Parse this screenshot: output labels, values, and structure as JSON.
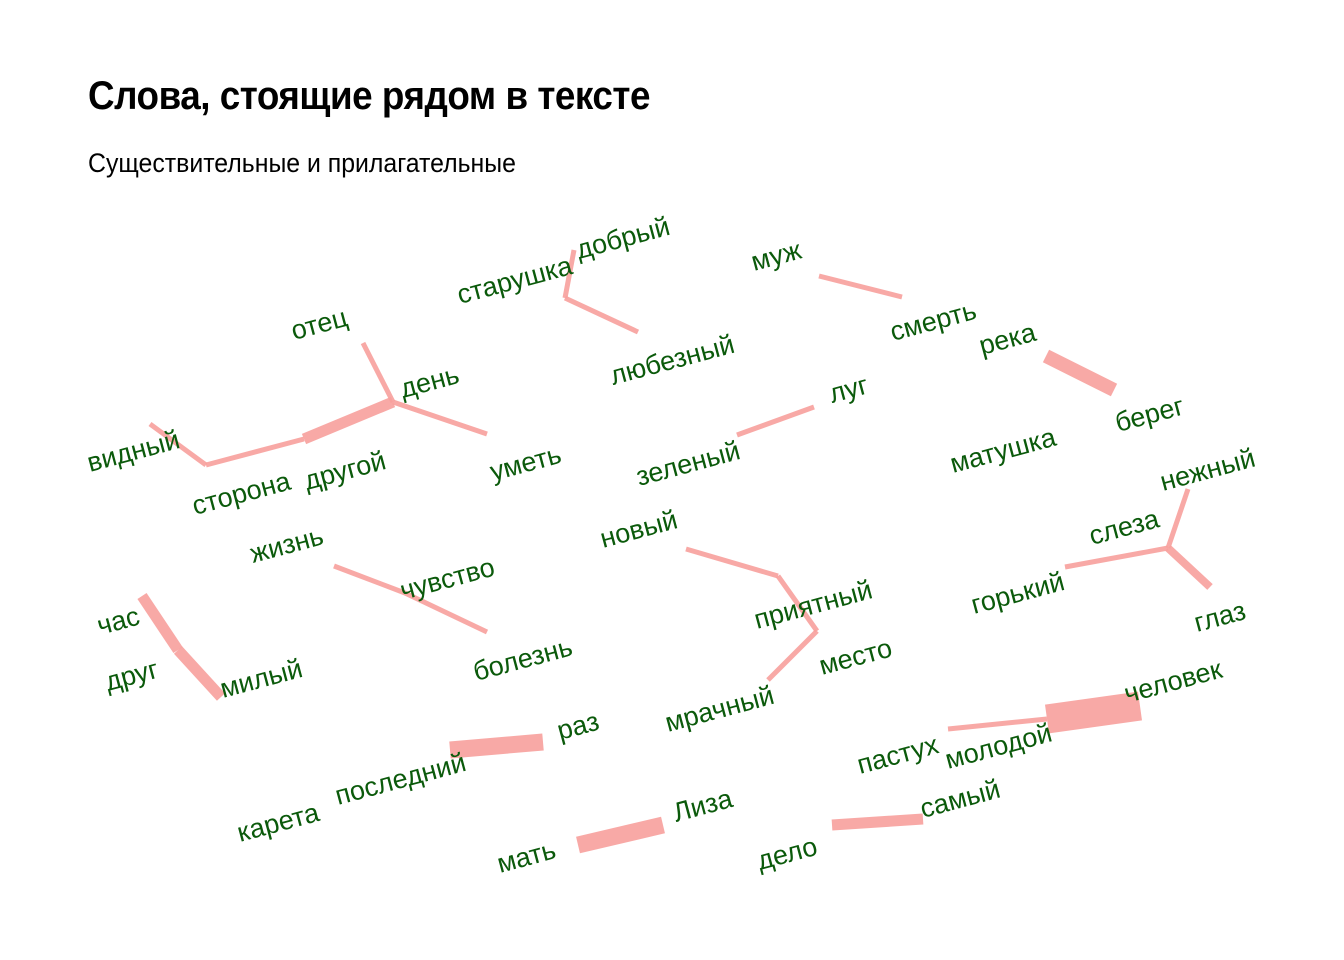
{
  "title": "Слова, стоящие рядом в тексте",
  "subtitle": "Существительные и прилагательные",
  "colors": {
    "edge": "#f7a09c",
    "label": "#0b5a0b"
  },
  "nodes": [
    {
      "id": "отец",
      "label": "отец"
    },
    {
      "id": "день",
      "label": "день"
    },
    {
      "id": "уметь",
      "label": "уметь"
    },
    {
      "id": "видный",
      "label": "видный"
    },
    {
      "id": "сторона",
      "label": "сторона"
    },
    {
      "id": "другой",
      "label": "другой"
    },
    {
      "id": "старушка",
      "label": "старушка"
    },
    {
      "id": "добрый",
      "label": "добрый"
    },
    {
      "id": "любезный",
      "label": "любезный"
    },
    {
      "id": "муж",
      "label": "муж"
    },
    {
      "id": "смерть",
      "label": "смерть"
    },
    {
      "id": "река",
      "label": "река"
    },
    {
      "id": "берег",
      "label": "берег"
    },
    {
      "id": "луг",
      "label": "луг"
    },
    {
      "id": "зеленый",
      "label": "зеленый"
    },
    {
      "id": "матушка",
      "label": "матушка"
    },
    {
      "id": "нежный",
      "label": "нежный"
    },
    {
      "id": "слеза",
      "label": "слеза"
    },
    {
      "id": "горький",
      "label": "горький"
    },
    {
      "id": "глаз",
      "label": "глаз"
    },
    {
      "id": "жизнь",
      "label": "жизнь"
    },
    {
      "id": "чувство",
      "label": "чувство"
    },
    {
      "id": "болезнь",
      "label": "болезнь"
    },
    {
      "id": "новый",
      "label": "новый"
    },
    {
      "id": "приятный",
      "label": "приятный"
    },
    {
      "id": "место",
      "label": "место"
    },
    {
      "id": "мрачный",
      "label": "мрачный"
    },
    {
      "id": "час",
      "label": "час"
    },
    {
      "id": "друг",
      "label": "друг"
    },
    {
      "id": "милый",
      "label": "милый"
    },
    {
      "id": "раз",
      "label": "раз"
    },
    {
      "id": "последний",
      "label": "последний"
    },
    {
      "id": "карета",
      "label": "карета"
    },
    {
      "id": "человек",
      "label": "человек"
    },
    {
      "id": "молодой",
      "label": "молодой"
    },
    {
      "id": "пастух",
      "label": "пастух"
    },
    {
      "id": "самый",
      "label": "самый"
    },
    {
      "id": "дело",
      "label": "дело"
    },
    {
      "id": "Лиза",
      "label": "Лиза"
    },
    {
      "id": "мать",
      "label": "мать"
    }
  ],
  "edges": [
    {
      "from": "отец",
      "to": "день",
      "weight": 1
    },
    {
      "from": "день",
      "to": "уметь",
      "weight": 1
    },
    {
      "from": "день",
      "to": "другой",
      "weight": 3
    },
    {
      "from": "другой",
      "to": "сторона",
      "weight": 1
    },
    {
      "from": "сторона",
      "to": "видный",
      "weight": 1
    },
    {
      "from": "старушка",
      "to": "добрый",
      "weight": 1
    },
    {
      "from": "старушка",
      "to": "любезный",
      "weight": 1
    },
    {
      "from": "муж",
      "to": "смерть",
      "weight": 1
    },
    {
      "from": "река",
      "to": "берег",
      "weight": 4
    },
    {
      "from": "зеленый",
      "to": "луг",
      "weight": 1
    },
    {
      "from": "нежный",
      "to": "слеза",
      "weight": 1
    },
    {
      "from": "слеза",
      "to": "горький",
      "weight": 1
    },
    {
      "from": "слеза",
      "to": "глаз",
      "weight": 2
    },
    {
      "from": "жизнь",
      "to": "чувство",
      "weight": 1
    },
    {
      "from": "чувство",
      "to": "болезнь",
      "weight": 1
    },
    {
      "from": "новый",
      "to": "приятный",
      "weight": 1
    },
    {
      "from": "приятный",
      "to": "место",
      "weight": 1
    },
    {
      "from": "место",
      "to": "мрачный",
      "weight": 1
    },
    {
      "from": "час",
      "to": "друг",
      "weight": 3
    },
    {
      "from": "друг",
      "to": "милый",
      "weight": 3
    },
    {
      "from": "последний",
      "to": "раз",
      "weight": 5
    },
    {
      "from": "молодой",
      "to": "человек",
      "weight": 9
    },
    {
      "from": "молодой",
      "to": "пастух",
      "weight": 1
    },
    {
      "from": "самый",
      "to": "дело",
      "weight": 3
    },
    {
      "from": "Лиза",
      "to": "мать",
      "weight": 5
    }
  ]
}
